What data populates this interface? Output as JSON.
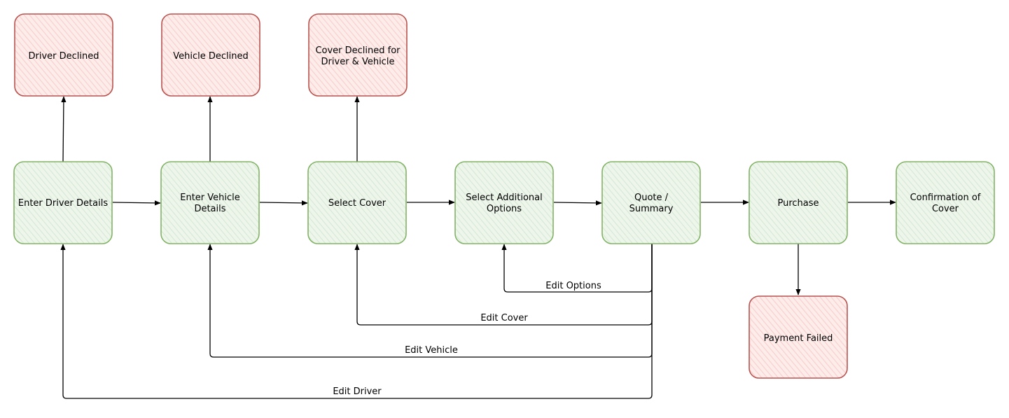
{
  "colors": {
    "success_fill": "#d5e8d4",
    "success_stroke": "#82b366",
    "decline_fill": "#f8cecc",
    "decline_stroke": "#b85450",
    "line": "#000000"
  },
  "nodes": {
    "driver_declined": {
      "lines": [
        "Driver Declined"
      ],
      "kind": "decline"
    },
    "vehicle_declined": {
      "lines": [
        "Vehicle Declined"
      ],
      "kind": "decline"
    },
    "cover_declined": {
      "lines": [
        "Cover Declined for",
        "Driver & Vehicle"
      ],
      "kind": "decline"
    },
    "enter_driver": {
      "lines": [
        "Enter Driver Details"
      ],
      "kind": "success"
    },
    "enter_vehicle": {
      "lines": [
        "Enter Vehicle",
        "Details"
      ],
      "kind": "success"
    },
    "select_cover": {
      "lines": [
        "Select Cover"
      ],
      "kind": "success"
    },
    "additional_options": {
      "lines": [
        "Select Additional",
        "Options"
      ],
      "kind": "success"
    },
    "quote_summary": {
      "lines": [
        "Quote /",
        "Summary"
      ],
      "kind": "success"
    },
    "purchase": {
      "lines": [
        "Purchase"
      ],
      "kind": "success"
    },
    "confirmation": {
      "lines": [
        "Confirmation of",
        "Cover"
      ],
      "kind": "success"
    },
    "payment_failed": {
      "lines": [
        "Payment Failed"
      ],
      "kind": "decline"
    }
  },
  "edge_labels": {
    "edit_options": "Edit Options",
    "edit_cover": "Edit Cover",
    "edit_vehicle": "Edit Vehicle",
    "edit_driver": "Edit Driver"
  }
}
